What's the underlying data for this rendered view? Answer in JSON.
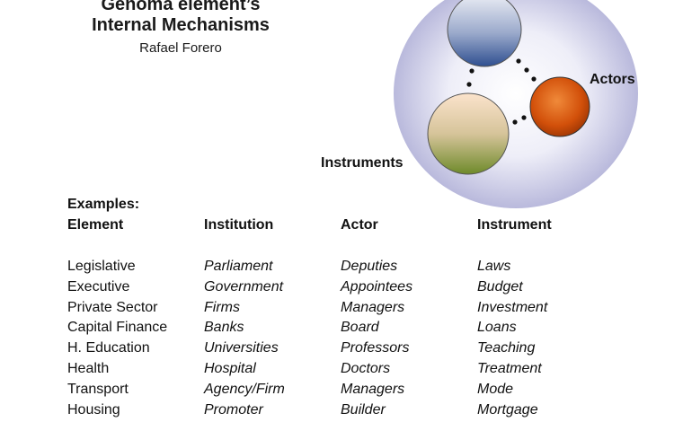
{
  "header": {
    "title_line1": "Genoma element’s",
    "title_line2": "Internal Mechanisms",
    "author": "Rafael Forero"
  },
  "diagram": {
    "labels": {
      "actors": "Actors",
      "instruments": "Instruments"
    },
    "colors": {
      "outer_halo": "#b9b9dc",
      "institution_circle": "#6f86b5",
      "actors_circle": "#d2500a",
      "instruments_circle": "#a8b066",
      "dots": "#111111"
    }
  },
  "examples": {
    "heading": "Examples:",
    "columns": [
      "Element",
      "Institution",
      "Actor",
      "Instrument"
    ],
    "rows": [
      [
        "Legislative",
        "Parliament",
        "Deputies",
        "Laws"
      ],
      [
        "Executive",
        "Government",
        "Appointees",
        "Budget"
      ],
      [
        "Private Sector",
        "Firms",
        "Managers",
        "Investment"
      ],
      [
        "Capital Finance",
        "Banks",
        "Board",
        "Loans"
      ],
      [
        "H. Education",
        "Universities",
        "Professors",
        "Teaching"
      ],
      [
        "Health",
        "Hospital",
        "Doctors",
        "Treatment"
      ],
      [
        "Transport",
        "Agency/Firm",
        "Managers",
        "Mode"
      ],
      [
        "Housing",
        "Promoter",
        "Builder",
        "Mortgage"
      ]
    ]
  }
}
